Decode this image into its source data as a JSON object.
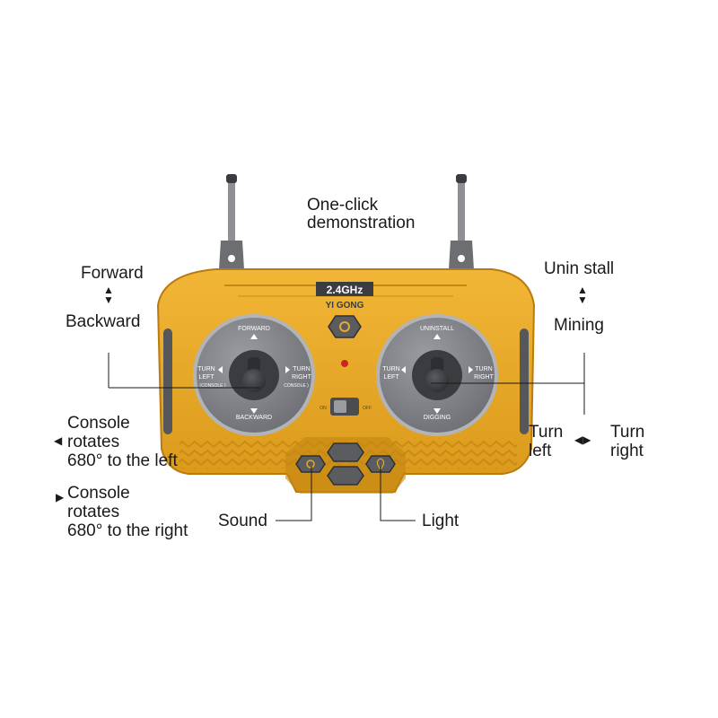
{
  "remote": {
    "brand_top": "2.4GHz",
    "brand_bottom": "YI GONG",
    "left_dial": {
      "up": "FORWARD",
      "down": "BACKWARD",
      "left_line1": "TURN",
      "left_line2": "LEFT",
      "right_line1": "TURN",
      "right_line2": "RIGHT",
      "left_small": "(CONSOLE )",
      "right_small": "CONSOLE )"
    },
    "right_dial": {
      "up": "UNINSTALL",
      "down": "DIGGING",
      "left_line1": "TURN",
      "left_line2": "LEFT",
      "right_line1": "TURN",
      "right_line2": "RIGHT"
    },
    "switch_on": "ON",
    "switch_off": "OFF"
  },
  "callouts": {
    "demo_line1": "One-click",
    "demo_line2": "demonstration",
    "forward": "Forward",
    "backward": "Backward",
    "uninstall": "Unin stall",
    "mining": "Mining",
    "console_left_1": "Console",
    "console_left_2": "rotates",
    "console_left_3": "680° to the left",
    "console_right_1": "Console",
    "console_right_2": "rotates",
    "console_right_3": "680° to the right",
    "turn_left_1": "Turn",
    "turn_left_2": "left",
    "turn_right_1": "Turn",
    "turn_right_2": "right",
    "sound": "Sound",
    "light": "Light"
  },
  "icons": {
    "up_down": "up-down-arrows-icon",
    "left_right": "left-right-arrows-icon",
    "demo": "gear-icon",
    "sound": "sound-icon",
    "light": "bulb-icon"
  },
  "colors": {
    "body": "#E9A92A",
    "body_dark": "#C88A14",
    "dial": "#7E8085",
    "joystick": "#3C3E42"
  }
}
